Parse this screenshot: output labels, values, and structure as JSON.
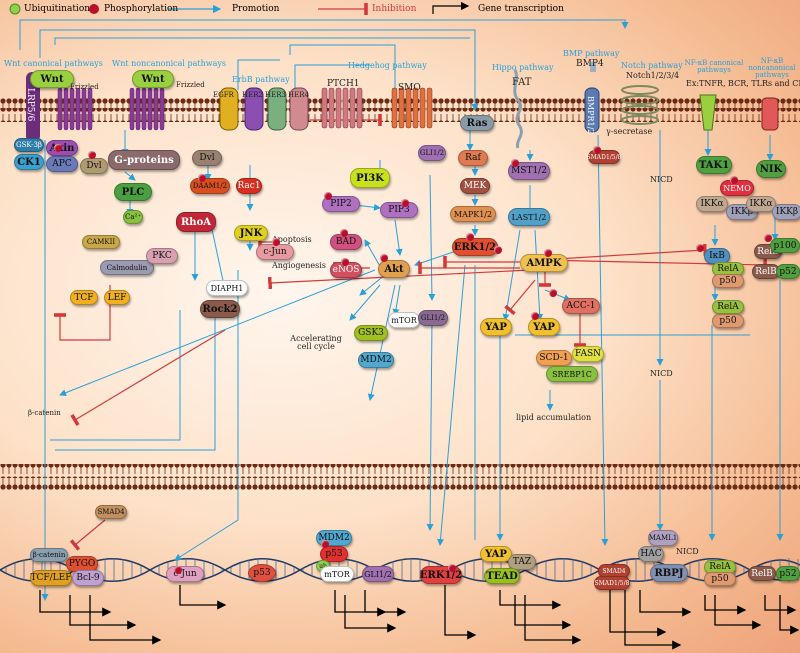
{
  "legend": {
    "ubiquitination": "Ubiquitination",
    "phosphorylation": "Phosphorylation",
    "promotion": "Promotion",
    "inhibition": "Inhibition",
    "gene_transcription": "Gene transcription"
  },
  "pathways": {
    "wnt_canonical": "Wnt canonical pathways",
    "wnt_noncanonical": "Wnt noncanonical pathways",
    "erbb": "ErbB pathway",
    "hedgehog": "Hedgehog pathway",
    "hippo": "Hippo pathway",
    "bmp": "BMP pathway",
    "notch": "Notch pathway",
    "nfkb_canonical": "NF-κB canonical pathways",
    "nfkb_noncanonical": "NF-κB noncanonical pathways"
  },
  "membrane": {
    "wnt1": "Wnt",
    "wnt2": "Wnt",
    "frizzled1": "Frizzled",
    "frizzled2": "Frizzled",
    "lrp56": "LRP5/6",
    "egfr": "EGFR",
    "her2": "HER2",
    "her3": "HER3",
    "her4": "HER4",
    "ptch1": "PTCH1",
    "smo": "SMO",
    "fat": "FAT",
    "bmp4": "BMP4",
    "bmpr12": "BMPR1/2",
    "notch": "Notch1/2/3/4",
    "gamma_secretase": "γ-secretase",
    "nfkb_receptors": "Ex:TNFR, BCR, TLRs and CD40"
  },
  "nodes": {
    "gsk3b": "GSK-3β",
    "axin": "Axin",
    "ck1": "CK1",
    "apc": "APC",
    "dvl1": "Dvl",
    "gproteins": "G-proteins",
    "dvl2": "Dvl",
    "plc": "PLC",
    "ca": "Ca²⁺",
    "camkii": "CAMKII",
    "calmodulin": "Calmodulin",
    "pkc": "PKC",
    "tcf": "TCF",
    "lef": "LEF",
    "daam12": "DAAM1/2",
    "rac1": "Rac1",
    "rhoa": "RhoA",
    "jnk": "JNK",
    "cjun": "c-Jun",
    "diaph1": "DIAPH1",
    "rock2": "Rock2",
    "pi3k": "PI3K",
    "pip2": "PIP2",
    "pip3": "PIP3",
    "bad": "BAD",
    "enos": "eNOS",
    "akt": "Akt",
    "apoptosis": "Apoptosis",
    "angiogenesis": "Angiogenesis",
    "accel": "Accelerating cell cycle",
    "gsk3": "GSK3",
    "mtor": "mTOR",
    "mdm2": "MDM2",
    "gli12a": "GLI1/2",
    "gli12b": "GLI1/2",
    "ras": "Ras",
    "raf": "Raf",
    "mek": "MEK",
    "mapk12": "MAPK1/2",
    "erk12": "ERK1/2",
    "mst12": "MST1/2",
    "last12": "LAST1/2",
    "ampk": "AMPK",
    "yap1": "YAP",
    "yap2": "YAP",
    "acc1": "ACC-1",
    "scd1": "SCD-1",
    "fasn": "FASN",
    "srebp1c": "SREBP1C",
    "lipid": "lipid accumulation",
    "smad": "SMAD1/5/8",
    "nicd1": "NICD",
    "nicd2": "NICD",
    "tak1": "TAK1",
    "nemo": "NEMO",
    "ikka1": "IKKα",
    "ikkb1": "IKKβ",
    "ikb": "IκB",
    "rela1": "RelA",
    "p50a": "p50",
    "rela2": "RelA",
    "p50b": "p50",
    "nik": "NIK",
    "ikka2": "IKKα",
    "ikkb2": "IKKβ",
    "relb1": "RelB",
    "p100": "p100",
    "relb2": "RelB",
    "p52a": "p52",
    "bcat": "β-catenin"
  },
  "nucleus": {
    "smad4": "SMAD4",
    "bcat": "β-catenin",
    "pygo": "PYGO",
    "tcflef": "TCF/LEF",
    "bcl9": "Bcl-9",
    "cjun": "c-Jun",
    "p53": "p53",
    "mdm2": "MDM2",
    "p53b": "p53",
    "ub": "ub",
    "mtor": "mTOR",
    "gli12": "GLI1/2",
    "erk12": "ERK1/2",
    "yap": "YAP",
    "taz": "TAZ",
    "tead": "TEAD",
    "smad4b": "SMAD4",
    "smad158": "SMAD1/5/8",
    "maml1": "MAML1",
    "hac": "HAC",
    "nicd": "NICD",
    "rbpj": "RBPJ",
    "rela": "RelA",
    "p50": "p50",
    "relb": "RelB",
    "p52": "p52"
  },
  "colors": {
    "promotion": "#29a0d8",
    "inhibition": "#d23a3a",
    "membrane_head": "#7a3a1a",
    "phospho": "#b8102a"
  }
}
